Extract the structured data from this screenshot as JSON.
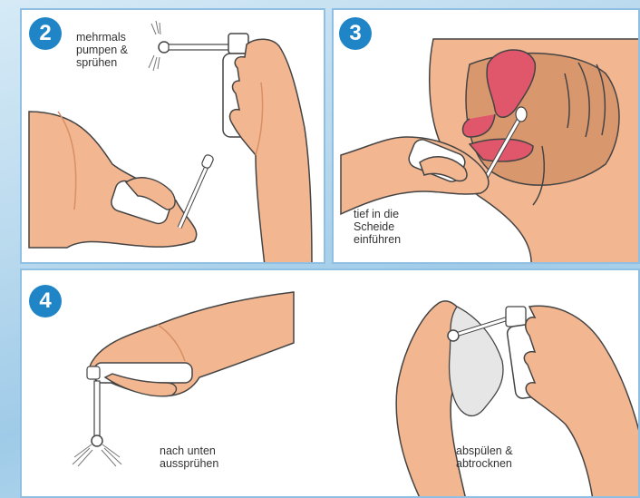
{
  "steps": [
    {
      "number": "2",
      "caption": "mehrmals\npumpen &\nsprühen"
    },
    {
      "number": "3",
      "caption": "tief in die\nScheide\neinführen"
    },
    {
      "number": "4",
      "caption_left": "nach unten\naussprühen",
      "caption_right": "abspülen &\nabtrocknen"
    }
  ],
  "colors": {
    "badge": "#1f85c7",
    "skin": "#f2b690",
    "skin_shadow": "#d98f66",
    "uterus": "#e0566a",
    "frame": "#8fc0e3"
  },
  "icons": [
    "spray-bottle-icon",
    "applicator-icon",
    "hand-icon",
    "tissue-icon",
    "anatomy-illustration"
  ]
}
